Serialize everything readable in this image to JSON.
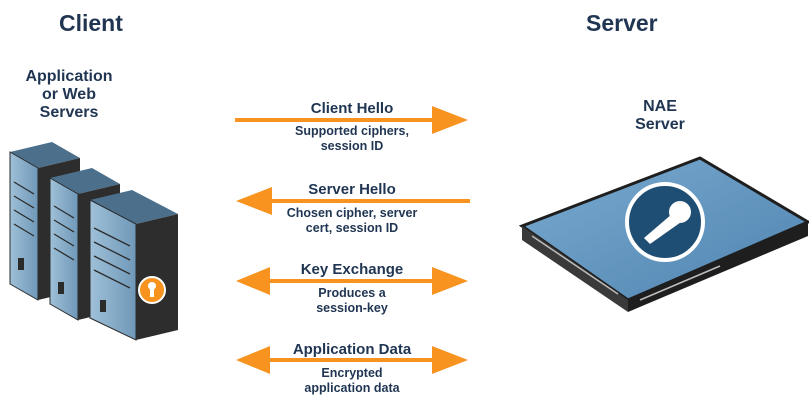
{
  "columns": {
    "client": "Client",
    "server": "Server"
  },
  "client_label": [
    "Application",
    "or Web",
    "Servers"
  ],
  "server_label": [
    "NAE",
    "Server"
  ],
  "messages": [
    {
      "title": "Client Hello",
      "detail": [
        "Supported ciphers,",
        "session ID"
      ],
      "direction": "right"
    },
    {
      "title": "Server Hello",
      "detail": [
        "Chosen cipher, server",
        "cert, session ID"
      ],
      "direction": "left"
    },
    {
      "title": "Key Exchange",
      "detail": [
        "Produces a",
        "session-key"
      ],
      "direction": "both"
    },
    {
      "title": "Application Data",
      "detail": [
        "Encrypted",
        "application data"
      ],
      "direction": "both"
    }
  ],
  "colors": {
    "arrow": "#f7931e",
    "text": "#1f3552",
    "server_blue": "#5b8fb9",
    "rack_dark": "#2d2d2d"
  },
  "icons": {
    "client_device": "server-rack-icon",
    "server_device": "appliance-icon",
    "lock": "keyhole-icon"
  }
}
